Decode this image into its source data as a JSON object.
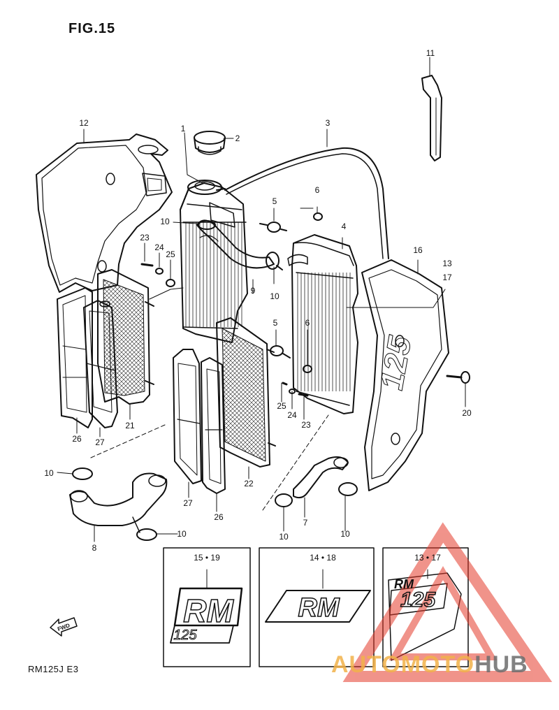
{
  "figure": {
    "title": "FIG.15",
    "model": "RM125J  E3",
    "fwd_label": "FWD",
    "watermark_part1": "AUTOMOTO",
    "watermark_part2": "HUB",
    "watermark_color": "#e53b2c"
  },
  "callouts": [
    "1",
    "2",
    "3",
    "4",
    "5",
    "5",
    "6",
    "6",
    "7",
    "8",
    "9",
    "10",
    "10",
    "10",
    "10",
    "10",
    "10",
    "11",
    "12",
    "13",
    "17",
    "16",
    "20",
    "21",
    "22",
    "23",
    "23",
    "24",
    "24",
    "25",
    "25",
    "26",
    "26",
    "27",
    "27"
  ],
  "decal_sets": [
    {
      "label": "15 • 19",
      "graphic_text": "RM",
      "sub_text": "125"
    },
    {
      "label": "14 • 18",
      "graphic_text": "RM"
    },
    {
      "label": "13 • 17",
      "graphic_text": "RM",
      "sub_text": "125"
    }
  ]
}
